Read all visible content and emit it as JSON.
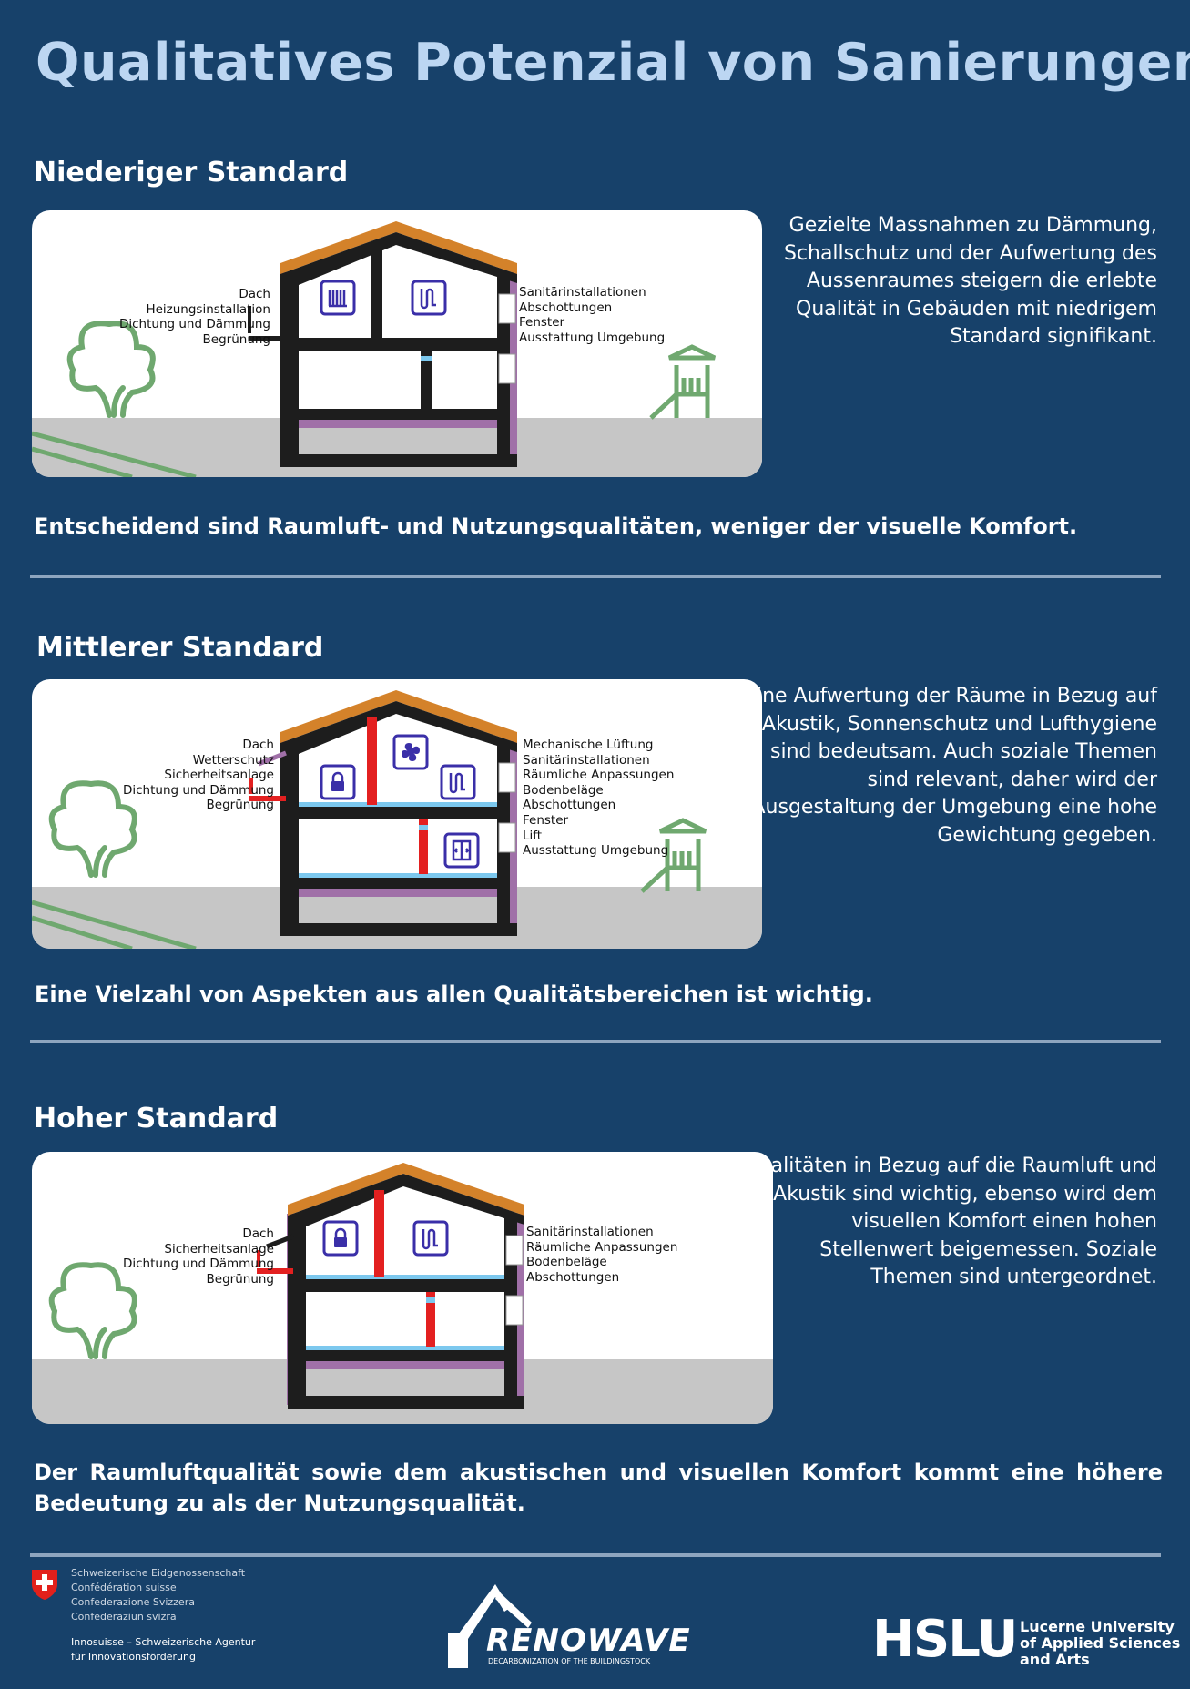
{
  "title": "Qualitatives Potenzial von Sanierungen",
  "sections": [
    {
      "heading": "Niederiger Standard",
      "left_labels": [
        "Dach",
        "Heizungsinstallation",
        "Dichtung und Dämmung",
        "Begrünung"
      ],
      "right_labels": [
        "Sanitärinstallationen",
        "Abschottungen",
        "Fenster",
        "Ausstattung Umgebung"
      ],
      "description": "Gezielte Massnahmen zu Dämmung, Schallschutz und der Aufwertung des Aussenraumes steigern die erlebte Qualität in Gebäuden mit niedrigem Standard signifikant.",
      "statement": "Entscheidend sind Raumluft- und Nutzungsqualitäten, weniger der visuelle Komfort."
    },
    {
      "heading": "Mittlerer Standard",
      "left_labels": [
        "Dach",
        "Wetterschutz",
        "Sicherheitsanlage",
        "Dichtung und Dämmung",
        "Begrünung"
      ],
      "right_labels": [
        "Mechanische Lüftung",
        "Sanitärinstallationen",
        "Räumliche Anpassungen",
        "Bodenbeläge",
        "Abschottungen",
        "Fenster",
        "Lift",
        "Ausstattung Umgebung"
      ],
      "description": "Eine Aufwertung der Räume in Bezug auf Akustik, Sonnenschutz und Lufthygiene sind bedeutsam. Auch soziale Themen sind relevant, daher wird der Ausgestaltung der Umgebung eine hohe Gewichtung gegeben.",
      "statement": "Eine Vielzahl von Aspekten aus allen Qualitätsbereichen ist wichtig."
    },
    {
      "heading": "Hoher Standard",
      "left_labels": [
        "Dach",
        "Sicherheitsanlage",
        "Dichtung und Dämmung",
        "Begrünung"
      ],
      "right_labels": [
        "Sanitärinstallationen",
        "Räumliche Anpassungen",
        "Bodenbeläge",
        "Abschottungen"
      ],
      "description": "Qualitäten in Bezug auf die Raumluft und Akustik sind wichtig, ebenso wird dem visuellen Komfort einen hohen Stellenwert beigemessen. Soziale Themen sind untergeordnet.",
      "statement": "Der Raumluftqualität sowie dem akustischen und visuellen Komfort kommt eine höhere Bedeutung zu als der Nutzungsqualität."
    }
  ],
  "footer": {
    "confed": [
      "Schweizerische Eidgenossenschaft",
      "Confédération suisse",
      "Confederazione Svizzera",
      "Confederaziun svizra"
    ],
    "innosuisse": [
      "Innosuisse – Schweizerische Agentur",
      "für Innovationsförderung"
    ],
    "renowave": "RENOWAVE",
    "renowave_sub": "DECARBONIZATION OF THE BUILDINGSTOCK",
    "hslu": "HSLU",
    "hslu_sub": [
      "Lucerne University",
      "of Applied Sciences",
      "and Arts"
    ]
  },
  "colors": {
    "background": "#17416a",
    "title": "#bcd6f2",
    "roof": "#d4822a",
    "insulation": "#a070a8",
    "pipe": "#e32020",
    "green": "#6fa86f",
    "icon": "#3a2fa8"
  }
}
